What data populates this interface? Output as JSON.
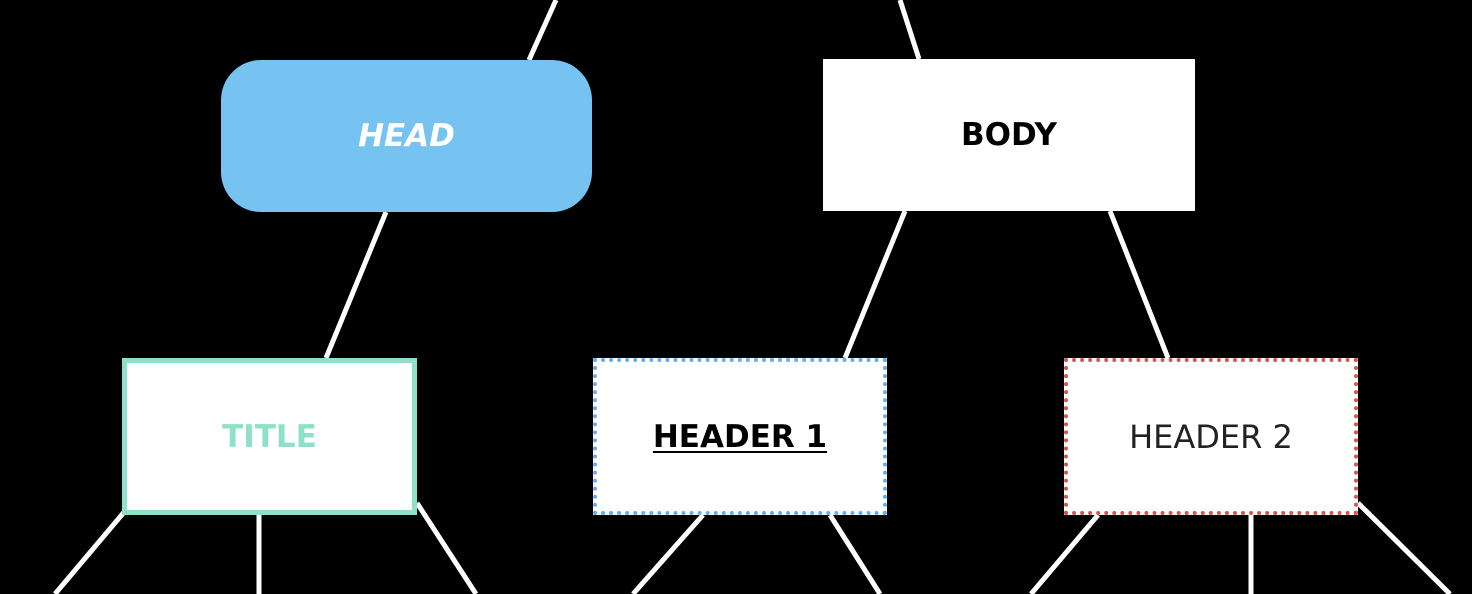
{
  "diagram": {
    "nodes": {
      "head": {
        "label": "HEAD"
      },
      "body": {
        "label": "BODY"
      },
      "title": {
        "label": "TITLE"
      },
      "header1": {
        "label": "HEADER 1"
      },
      "header2": {
        "label": "HEADER 2"
      }
    },
    "edges": [
      {
        "from": "root",
        "to": "head"
      },
      {
        "from": "root",
        "to": "body"
      },
      {
        "from": "head",
        "to": "title"
      },
      {
        "from": "body",
        "to": "header1"
      },
      {
        "from": "body",
        "to": "header2"
      },
      {
        "from": "title",
        "to": "offscreen-child"
      },
      {
        "from": "title",
        "to": "offscreen-child"
      },
      {
        "from": "title",
        "to": "offscreen-child"
      },
      {
        "from": "header1",
        "to": "offscreen-child"
      },
      {
        "from": "header1",
        "to": "offscreen-child"
      },
      {
        "from": "header2",
        "to": "offscreen-child"
      },
      {
        "from": "header2",
        "to": "offscreen-child"
      },
      {
        "from": "header2",
        "to": "offscreen-child"
      }
    ]
  },
  "colors": {
    "background": "#000000",
    "connector": "#ffffff",
    "head_fill": "#76c2f0",
    "title_border": "#8ee0c8",
    "header1_border": "#5fb0ee",
    "header2_border": "#d0584c"
  }
}
